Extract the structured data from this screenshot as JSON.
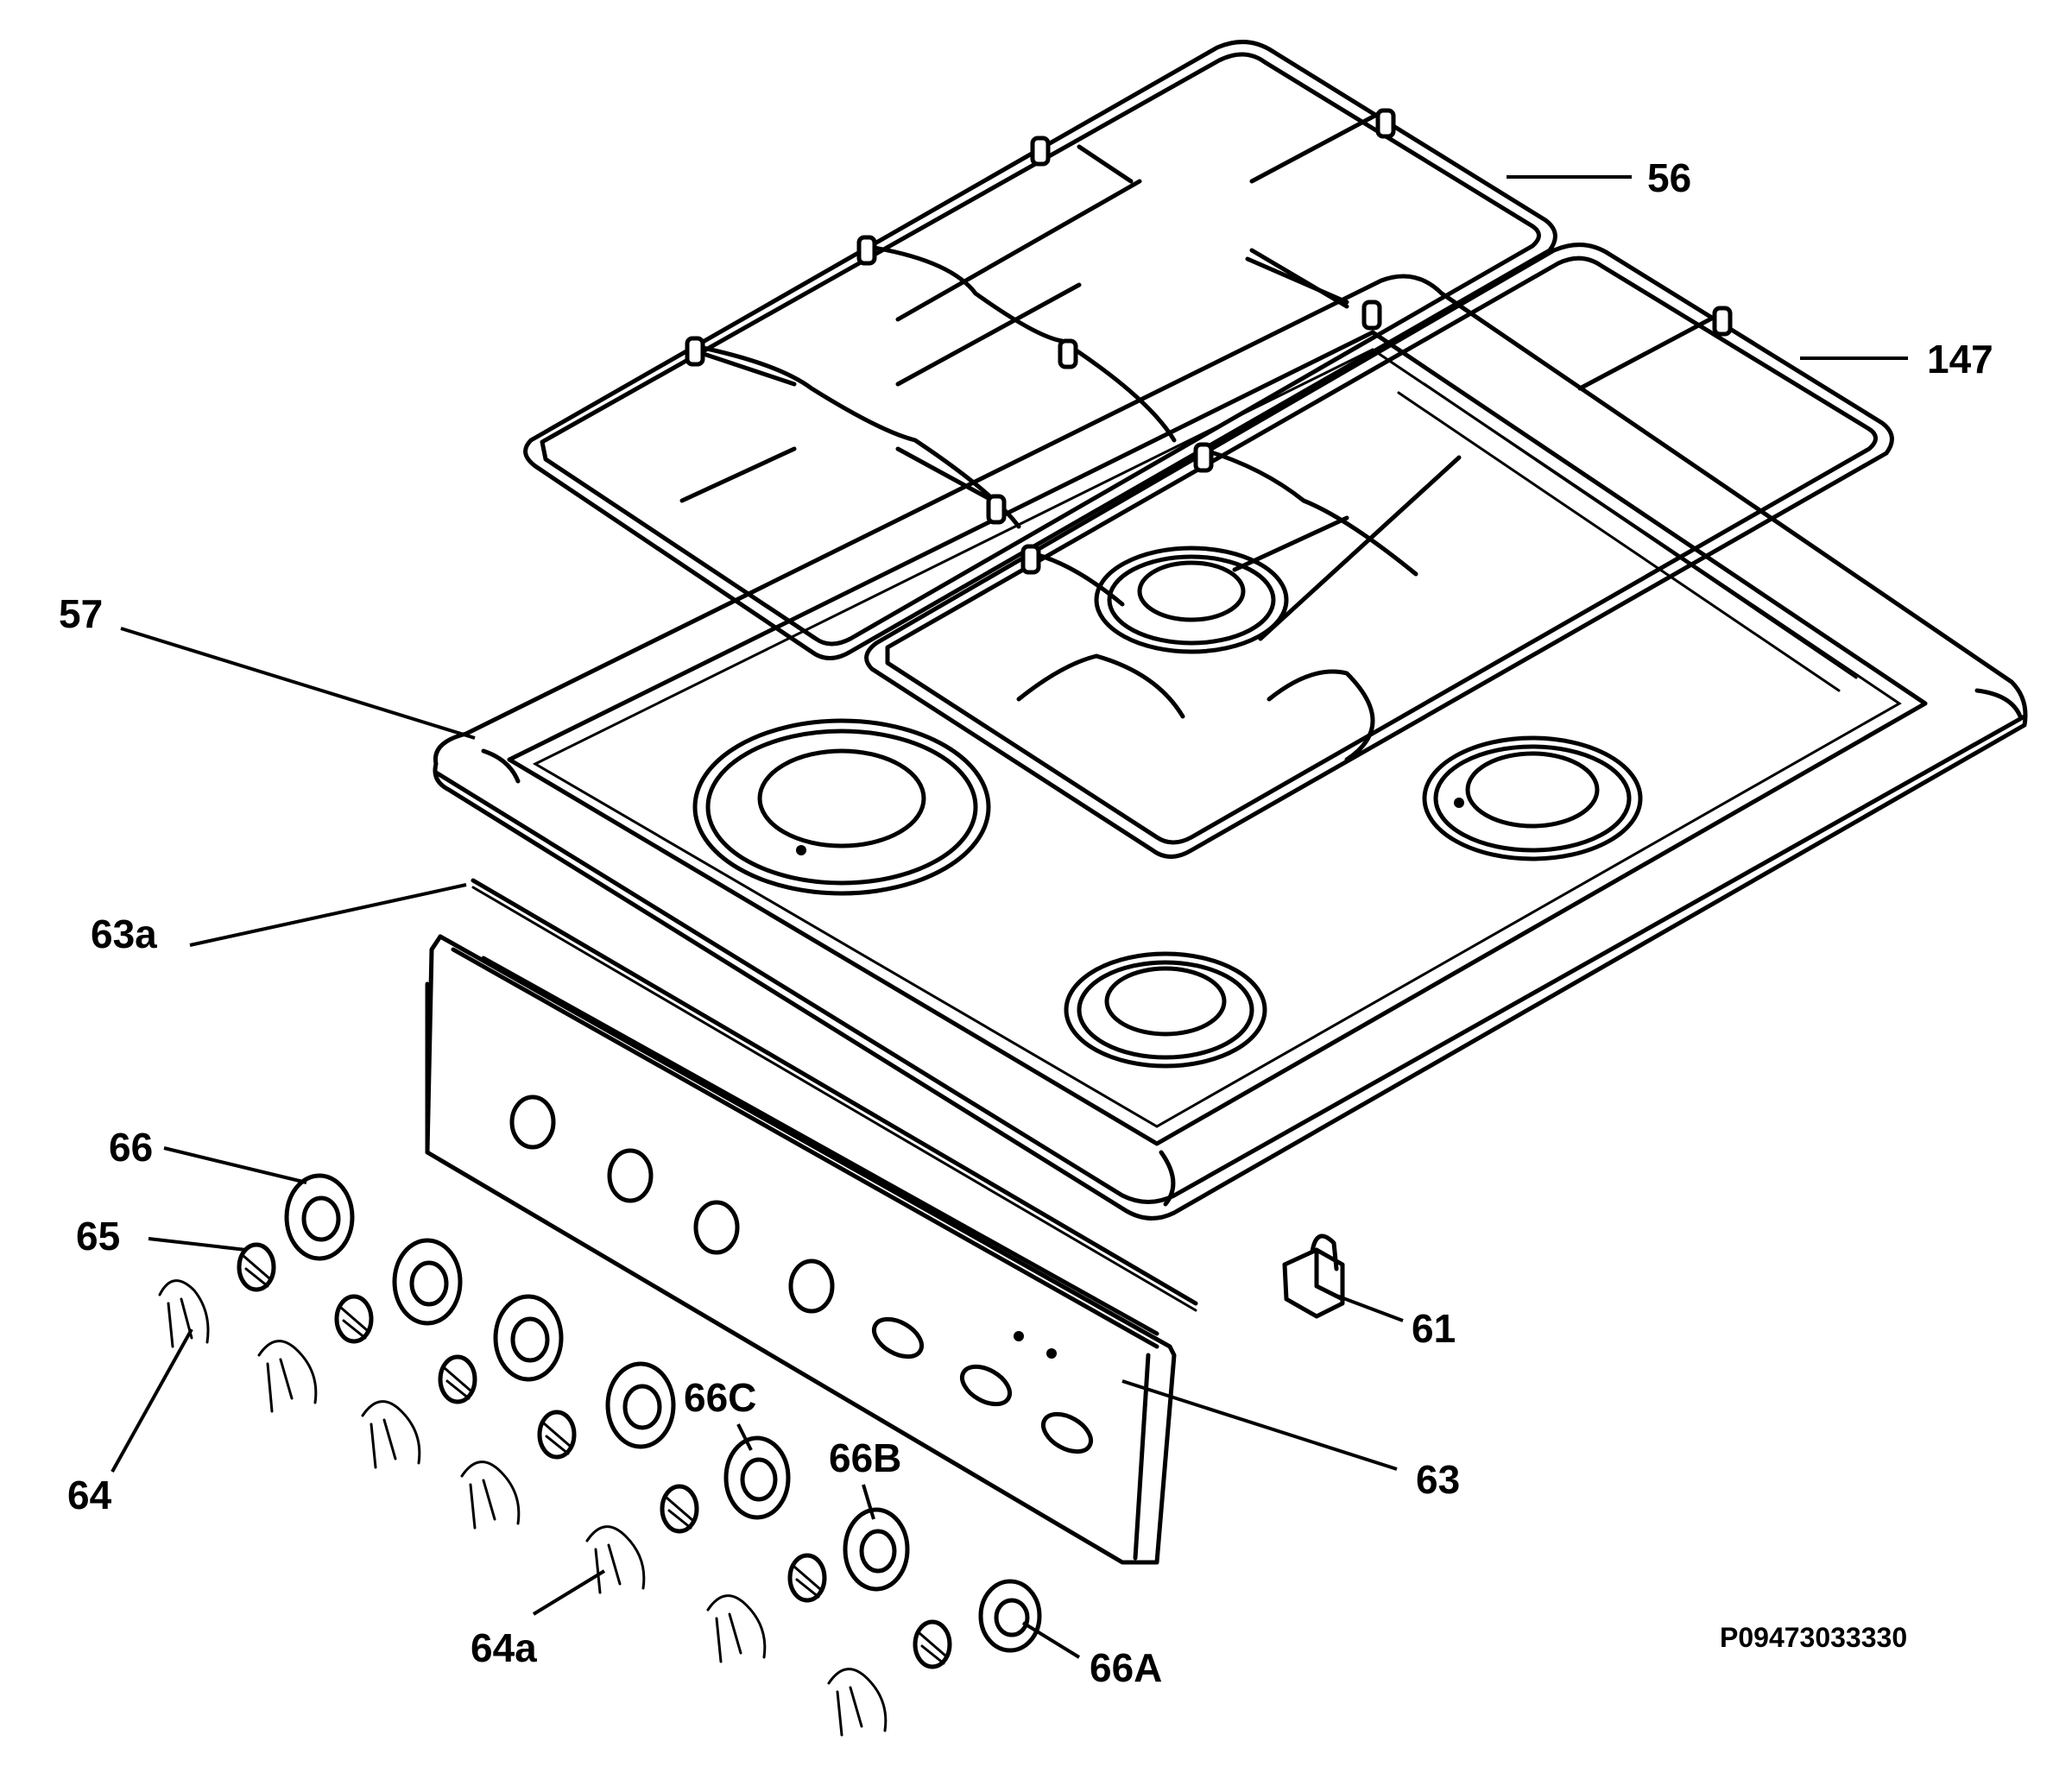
{
  "diagram": {
    "reference_code": "P09473033330",
    "labels": {
      "grid_left": "56",
      "grid_right": "147",
      "hob_top": "57",
      "gasket": "63a",
      "control_panel": "63",
      "clip": "61",
      "knob_trim": "66",
      "spring": "65",
      "knob": "64",
      "knob_alt": "64a",
      "trim_c": "66C",
      "trim_b": "66B",
      "trim_a": "66A"
    },
    "colors": {
      "ink": "#000000",
      "background": "#ffffff"
    }
  }
}
